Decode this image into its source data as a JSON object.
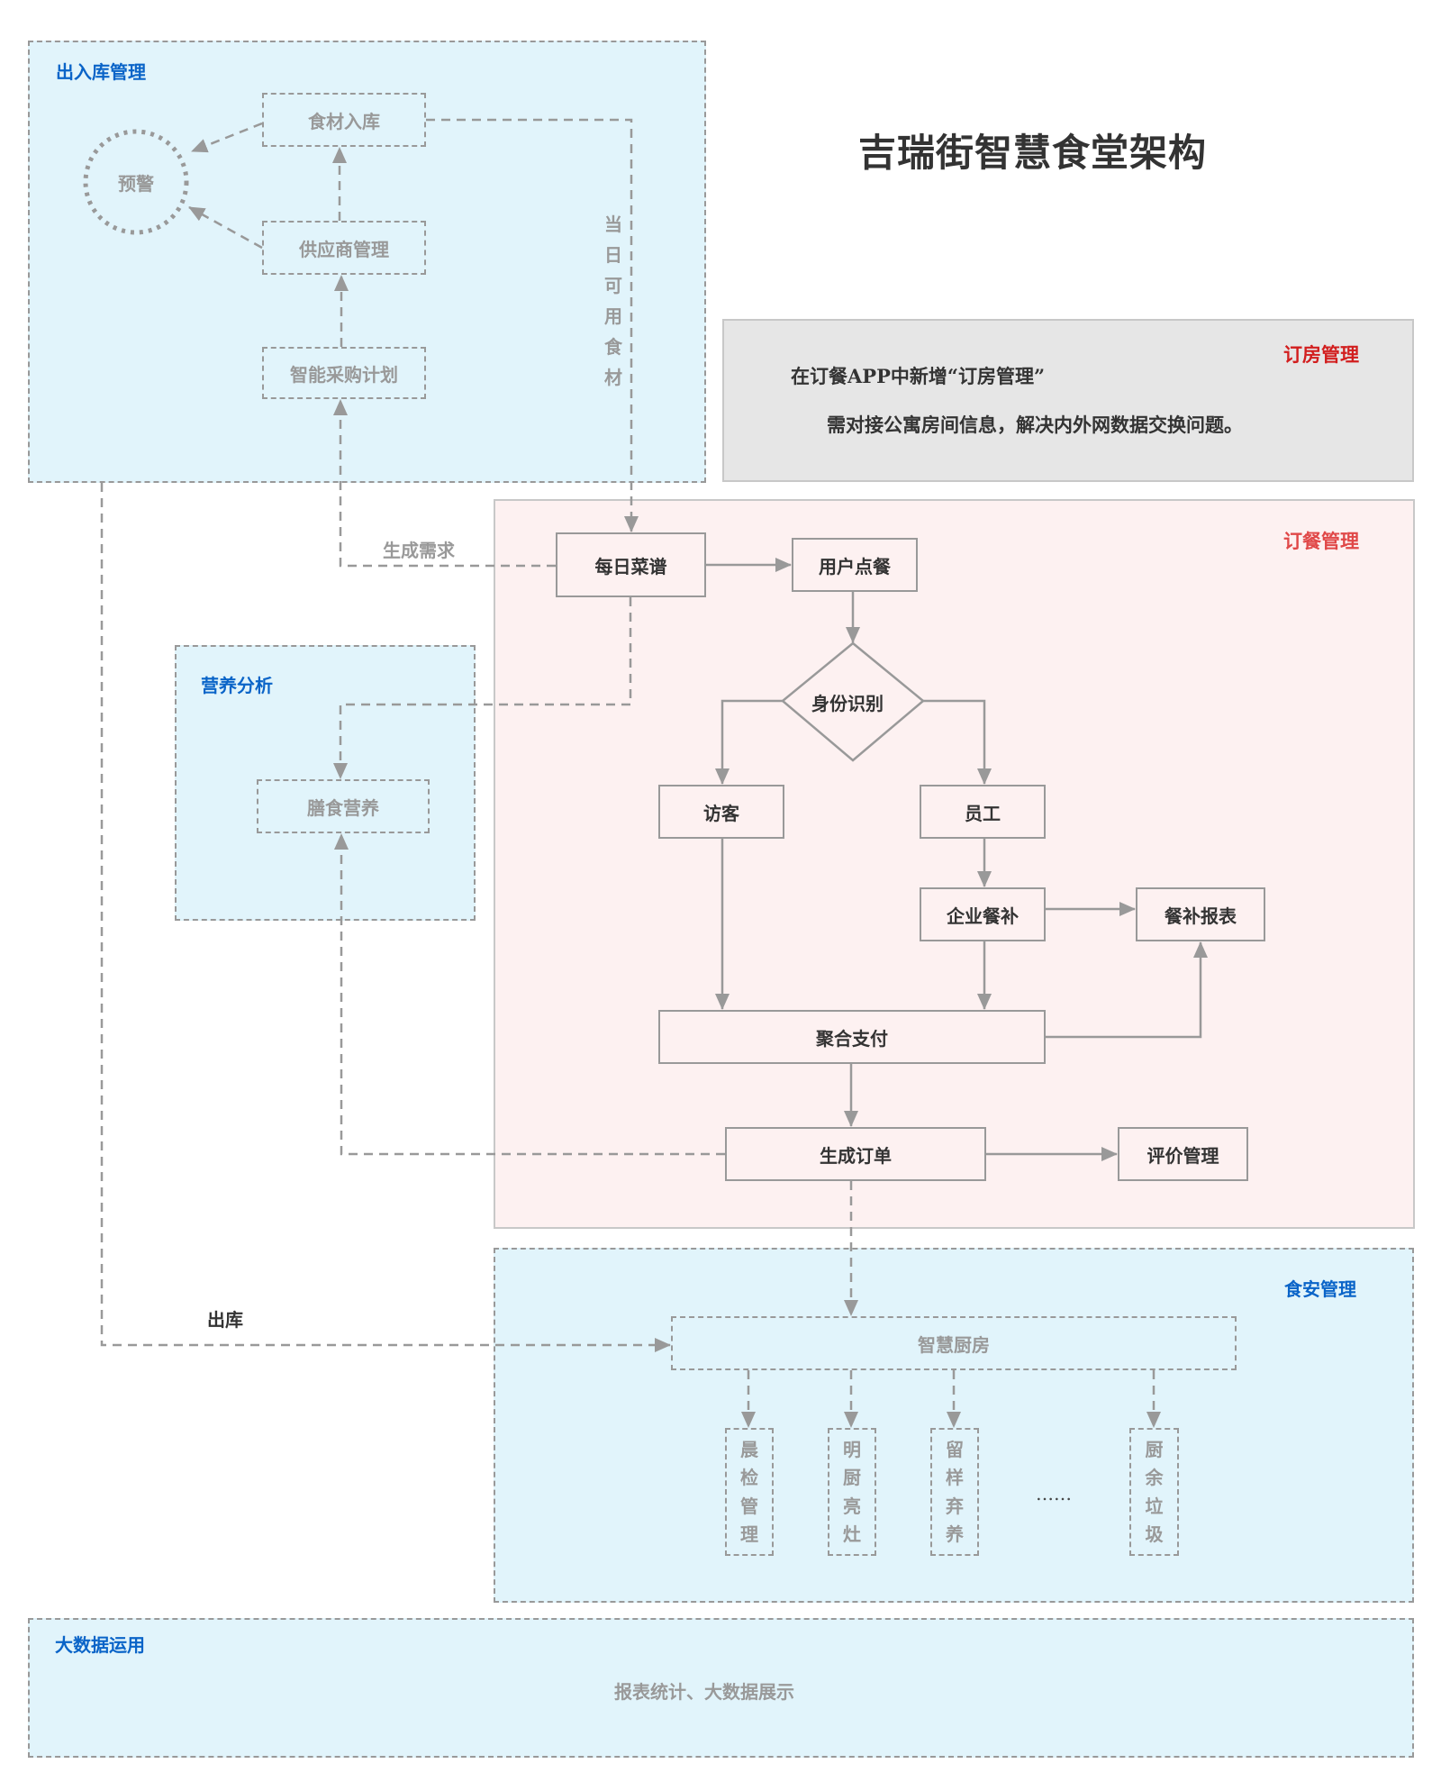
{
  "title": "吉瑞街智慧食堂架构",
  "colors": {
    "blue_region_bg": "#e1f4fb",
    "pink_region_bg": "#fdf1f1",
    "gray_region_bg": "#e6e6e6",
    "blue_title": "#0a64c8",
    "red_title": "#d21e1e",
    "line": "#999999",
    "dark_text": "#333333"
  },
  "regions": {
    "warehouse": {
      "title": "出入库管理",
      "nodes": {
        "ingredient_in": "食材入库",
        "supplier": "供应商管理",
        "purchase_plan": "智能采购计划",
        "warning": "预警"
      },
      "side_label_chars": [
        "当",
        "日",
        "可",
        "用",
        "食",
        "材"
      ]
    },
    "room_booking": {
      "title": "订房管理",
      "line1": "在订餐APP中新增“订房管理”",
      "line2": "需对接公寓房间信息，解决内外网数据交换问题。"
    },
    "ordering": {
      "title": "订餐管理",
      "nodes": {
        "daily_menu": "每日菜谱",
        "user_order": "用户点餐",
        "identity": "身份识别",
        "visitor": "访客",
        "employee": "员工",
        "subsidy": "企业餐补",
        "subsidy_report": "餐补报表",
        "payment": "聚合支付",
        "create_order": "生成订单",
        "review": "评价管理"
      }
    },
    "nutrition": {
      "title": "营养分析",
      "nodes": {
        "diet_nutrition": "膳食营养"
      }
    },
    "food_safety": {
      "title": "食安管理",
      "nodes": {
        "smart_kitchen": "智慧厨房",
        "morning_check": [
          "晨",
          "检",
          "管",
          "理"
        ],
        "open_kitchen": [
          "明",
          "厨",
          "亮",
          "灶"
        ],
        "sample_keep": [
          "留",
          "样",
          "弃",
          "养"
        ],
        "kitchen_waste": [
          "厨",
          "余",
          "垃",
          "圾"
        ],
        "ellipsis": "……"
      }
    },
    "big_data": {
      "title": "大数据运用",
      "content": "报表统计、大数据展示"
    }
  },
  "edge_labels": {
    "generate_demand": "生成需求",
    "outbound": "出库"
  }
}
